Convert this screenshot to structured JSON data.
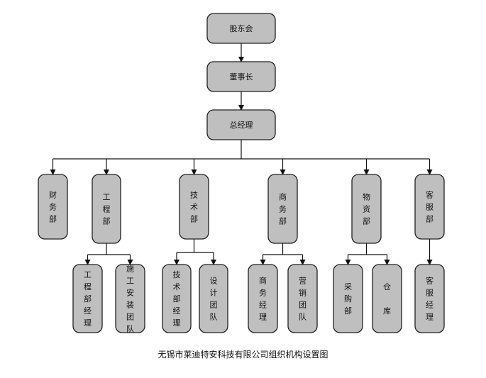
{
  "title": "无锡市莱迪特安科技有限公司组织机构设置图",
  "nodes": [
    {
      "id": "gudonghui",
      "label": "股东会"
    },
    {
      "id": "dongshizhang",
      "label": "董事长"
    },
    {
      "id": "zongjingli",
      "label": "总经理"
    },
    {
      "id": "caiwubu",
      "label": "财务部"
    },
    {
      "id": "gongchengbu",
      "label": "工程部"
    },
    {
      "id": "jishubu",
      "label": "技术部"
    },
    {
      "id": "shangwubu",
      "label": "商务部"
    },
    {
      "id": "wuzibu",
      "label": "物资部"
    },
    {
      "id": "kefubu",
      "label": "客服部"
    },
    {
      "id": "gongchengbujingli",
      "label": "工程部经理"
    },
    {
      "id": "shigonganzhuangtuandui",
      "label": "施工安装团队"
    },
    {
      "id": "jishubujingli",
      "label": "技术部经理"
    },
    {
      "id": "shejituandui",
      "label": "设计团队"
    },
    {
      "id": "shangwujingli",
      "label": "商务经理"
    },
    {
      "id": "yingxiaotuandui",
      "label": "营销团队"
    },
    {
      "id": "caigoubu",
      "label": "采购部"
    },
    {
      "id": "cangku",
      "label": "仓库"
    },
    {
      "id": "kefujingli",
      "label": "客服经理"
    }
  ],
  "edges": [
    [
      "gudonghui",
      "dongshizhang"
    ],
    [
      "dongshizhang",
      "zongjingli"
    ],
    [
      "zongjingli",
      "caiwubu"
    ],
    [
      "zongjingli",
      "gongchengbu"
    ],
    [
      "zongjingli",
      "jishubu"
    ],
    [
      "zongjingli",
      "shangwubu"
    ],
    [
      "zongjingli",
      "wuzibu"
    ],
    [
      "zongjingli",
      "kefubu"
    ],
    [
      "gongchengbu",
      "gongchengbujingli"
    ],
    [
      "gongchengbu",
      "shigonganzhuangtuandui"
    ],
    [
      "jishubu",
      "jishubujingli"
    ],
    [
      "jishubu",
      "shejituandui"
    ],
    [
      "shangwubu",
      "shangwujingli"
    ],
    [
      "shangwubu",
      "yingxiaotuandui"
    ],
    [
      "wuzibu",
      "caigoubu"
    ],
    [
      "wuzibu",
      "cangku"
    ],
    [
      "kefubu",
      "kefujingli"
    ]
  ],
  "colors": {
    "node_fill": "#bfbfbf",
    "node_stroke": "#202020",
    "line": "#111111"
  }
}
